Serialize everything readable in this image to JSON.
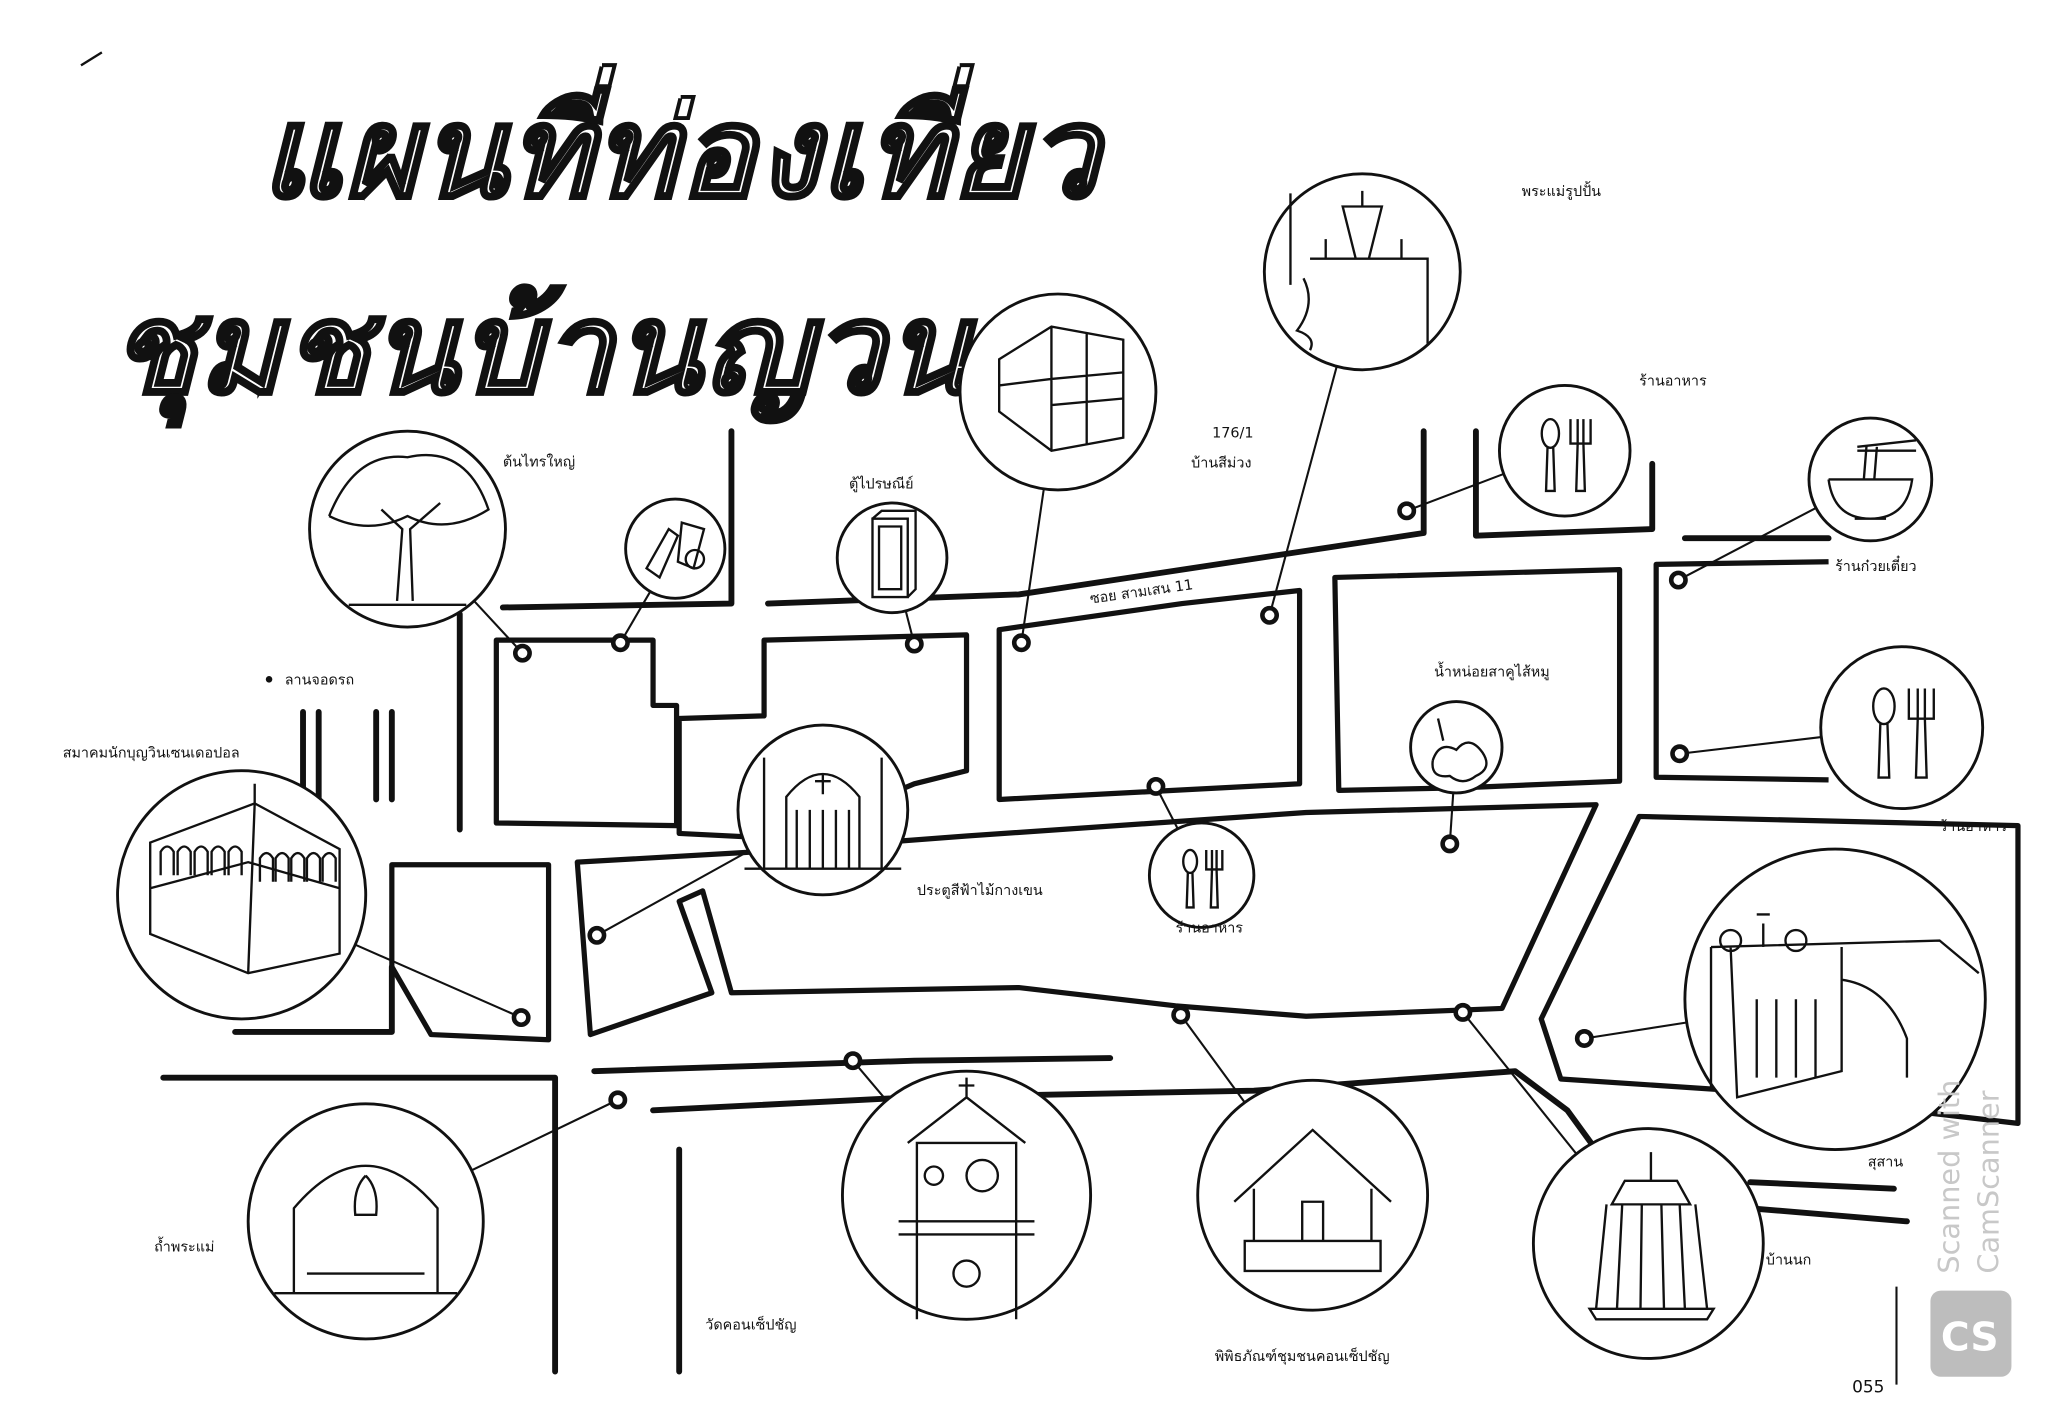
{
  "title": {
    "line1": "แผนที่ท่องเที่ยว",
    "line2": "ชุมชนบ้านญวน"
  },
  "labels": {
    "statue": "พระแม่รูปปั้น",
    "restaurant_top": "ร้านอาหาร",
    "house_number": "176/1",
    "purple_house": "บ้านสีม่วง",
    "phone_booth": "ตู้ไปรษณีย์",
    "banyan_tree": "ต้นไทรใหญ่",
    "street": "ซอย สามเสน 11",
    "noodle_shop": "ร้านก๋วยเตี๋ยว",
    "parking": "ลานจอดรถ",
    "association": "สมาคมนักบุญวินเซนเดอปอล",
    "dessert": "น้ำหน่อยสาคูไส้หมู",
    "restaurant_right": "ร้านอาหาร",
    "blue_gate": "ประตูสีฟ้าไม้กางเขน",
    "restaurant_middle": "ร้านอาหาร",
    "cemetery": "สุสาน",
    "grotto": "ถ้ำพระแม่",
    "birdhouse": "บ้านนก",
    "church": "วัดคอนเซ็ปชัญ",
    "museum": "พิพิธภัณฑ์ชุมชนคอนเซ็ปชัญ"
  },
  "page_number": "055",
  "watermark": {
    "line1": "Scanned with",
    "line2": "CamScanner",
    "logo": "CS"
  },
  "colors": {
    "ink": "#111111",
    "paper": "#ffffff",
    "watermark": "#c8c8c8"
  }
}
